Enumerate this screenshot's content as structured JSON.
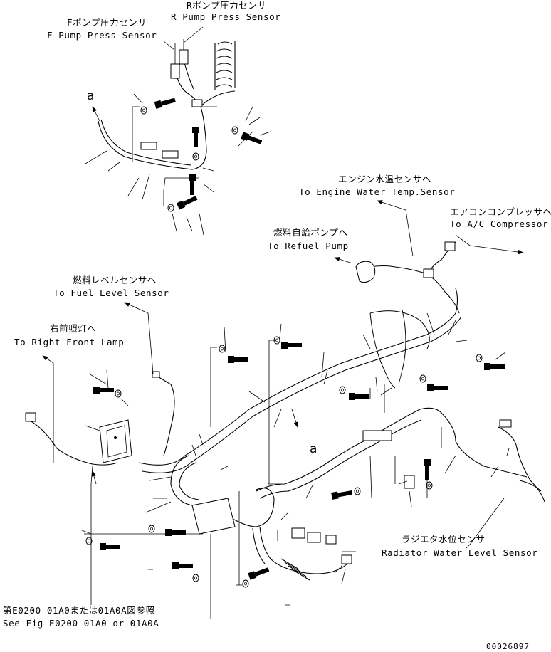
{
  "labels": {
    "r_pump_jp": "Rポンプ圧力センサ",
    "r_pump_en": "R Pump Press Sensor",
    "f_pump_jp": "Fポンプ圧力センサ",
    "f_pump_en": "F Pump Press Sensor",
    "engine_water_jp": "エンジン水温センサへ",
    "engine_water_en": "To Engine Water Temp.Sensor",
    "ac_jp": "エアコンコンプレッサへ",
    "ac_en": "To A/C Compressor",
    "refuel_jp": "燃料自給ポンプへ",
    "refuel_en": "To Refuel Pump",
    "fuel_level_jp": "燃料レベルセンサへ",
    "fuel_level_en": "To Fuel Level Sensor",
    "front_lamp_jp": "右前照灯へ",
    "front_lamp_en": "To Right Front Lamp",
    "radiator_jp": "ラジエタ水位センサ",
    "radiator_en": "Radiator Water Level Sensor",
    "see_fig_jp": "第E0200-01A0または01A0A図参照",
    "see_fig_en": "See Fig E0200-01A0 or 01A0A",
    "ref_a_top": "a",
    "ref_a_mid": "a",
    "drawing_number": "00026897"
  }
}
